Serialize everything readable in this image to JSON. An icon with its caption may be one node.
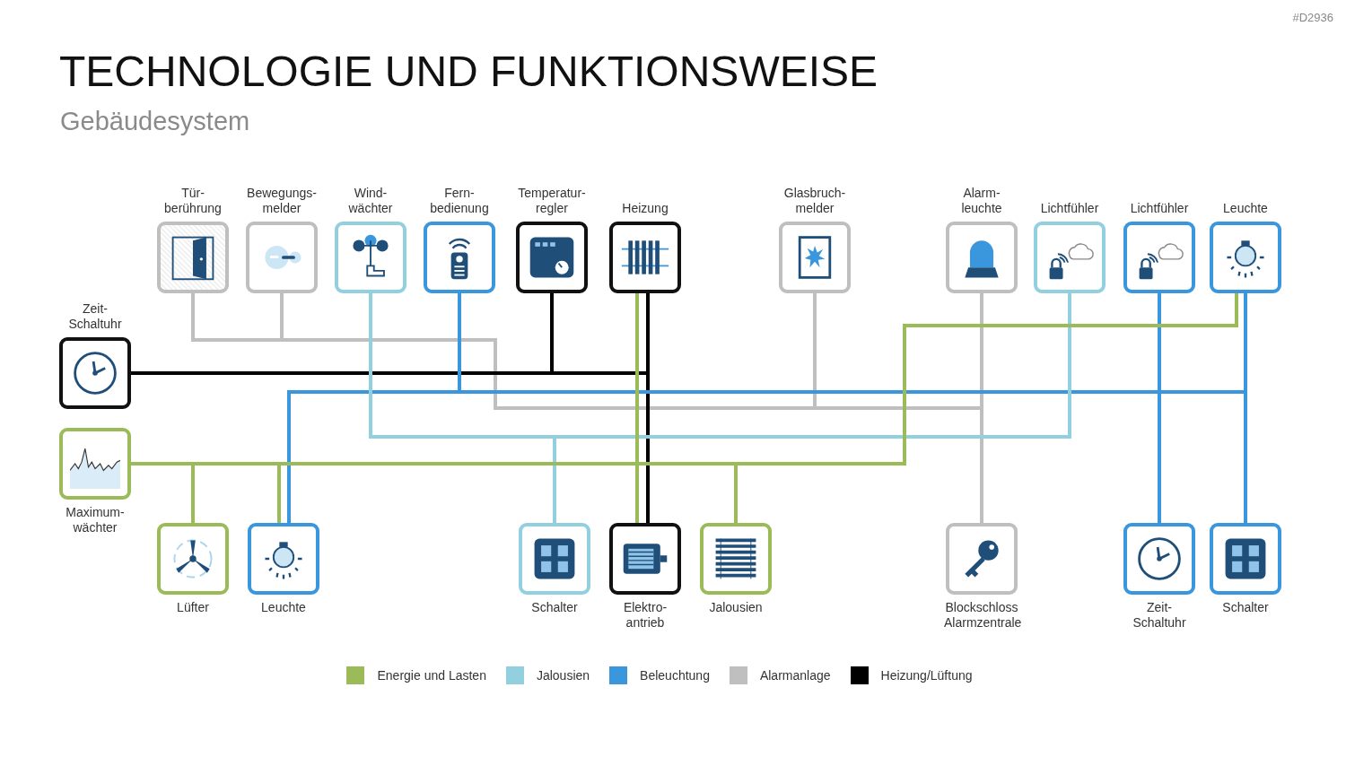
{
  "diagram": {
    "title": "TECHNOLOGIE UND FUNKTIONSWEISE",
    "nodes": [
      {
        "text": [
          "Tür- berührung"
        ]
      },
      {
        "text": [
          "Bewegungs- melder"
        ]
      },
      {
        "text": [
          "Wind- wächter"
        ]
      },
      {
        "text": [
          "Fern- bedienung"
        ]
      },
      {
        "text": [
          "Temperatur- regler"
        ]
      },
      {
        "text": [
          "Heizung"
        ]
      },
      {
        "text": [
          "Glasbruch- melder"
        ]
      },
      {
        "text": [
          "Alarm- leuchte"
        ]
      },
      {
        "text": [
          "Lichtfühler"
        ]
      },
      {
        "text": [
          "Lichtfühler"
        ]
      },
      {
        "text": [
          "Leuchte"
        ]
      },
      {
        "text": [
          "Zeit- Schaltuhr"
        ]
      },
      {
        "text": [
          "Maximum- wächter"
        ]
      },
      {
        "text": [
          "Lüfter"
        ]
      },
      {
        "text": [
          "Leuchte"
        ]
      },
      {
        "text": [
          "Schalter"
        ]
      },
      {
        "text": [
          "Elektro- antrieb"
        ]
      },
      {
        "text": [
          "Jalousien"
        ]
      },
      {
        "text": [
          "Blockschloss Alarmzentrale"
        ]
      },
      {
        "text": [
          "Zeit- Schaltuhr"
        ]
      },
      {
        "text": [
          "Schalter"
        ]
      }
    ],
    "edges": [
      {
        "from": 0,
        "to": 18,
        "arrow": "none",
        "color": "#bfbfbf"
      },
      {
        "from": 1,
        "to": 18,
        "arrow": "none",
        "color": "#bfbfbf"
      },
      {
        "from": 6,
        "to": 18,
        "arrow": "none",
        "color": "#bfbfbf"
      },
      {
        "from": 7,
        "to": 18,
        "arrow": "none",
        "color": "#bfbfbf"
      },
      {
        "from": 11,
        "to": 16,
        "arrow": "none",
        "color": "#000000"
      },
      {
        "from": 4,
        "to": 16,
        "arrow": "none",
        "color": "#000000"
      },
      {
        "from": 5,
        "to": 16,
        "arrow": "none",
        "color": "#000000"
      },
      {
        "from": 3,
        "to": 14,
        "arrow": "none",
        "color": "#3a96dd"
      },
      {
        "from": 3,
        "to": 10,
        "arrow": "none",
        "color": "#3a96dd"
      },
      {
        "from": 10,
        "to": 20,
        "arrow": "none",
        "color": "#3a96dd"
      },
      {
        "from": 9,
        "to": 19,
        "arrow": "none",
        "color": "#3a96dd"
      },
      {
        "from": 2,
        "to": 15,
        "arrow": "none",
        "color": "#92d0e0"
      },
      {
        "from": 8,
        "to": 15,
        "arrow": "none",
        "color": "#92d0e0"
      },
      {
        "from": 12,
        "to": 13,
        "arrow": "none",
        "color": "#9bbb59"
      },
      {
        "from": 12,
        "to": 14,
        "arrow": "none",
        "color": "#9bbb59"
      },
      {
        "from": 12,
        "to": 16,
        "arrow": "none",
        "color": "#9bbb59"
      },
      {
        "from": 5,
        "to": 16,
        "arrow": "none",
        "color": "#9bbb59"
      },
      {
        "from": 12,
        "to": 17,
        "arrow": "none",
        "color": "#9bbb59"
      },
      {
        "from": 12,
        "to": 10,
        "arrow": "none",
        "color": "#9bbb59"
      }
    ],
    "labels": [
      "#D2936",
      "Gebäudesystem"
    ],
    "legend": [
      {
        "text": "Energie und Lasten",
        "color": "#9bbb59"
      },
      {
        "text": "Jalousien",
        "color": "#92d0e0"
      },
      {
        "text": "Beleuchtung",
        "color": "#3a96dd"
      },
      {
        "text": "Alarmanlage",
        "color": "#bfbfbf"
      },
      {
        "text": "Heizung/Lüftung",
        "color": "#000000"
      }
    ]
  }
}
